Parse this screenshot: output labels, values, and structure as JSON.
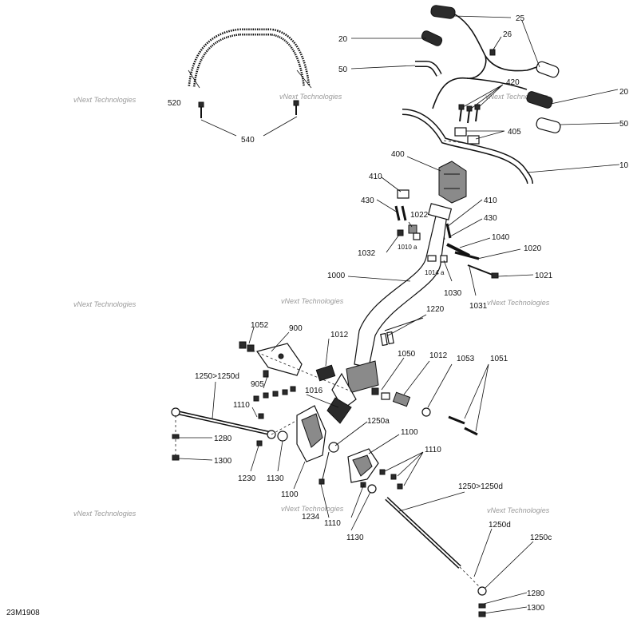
{
  "diagram_code": "23M1908",
  "watermark_text": "vNext Technologies",
  "part_labels": {
    "p25": "25",
    "p26": "26",
    "p20a": "20",
    "p20b": "20",
    "p50a": "50",
    "p50b": "50",
    "p10": "10",
    "p420": "420",
    "p405": "405",
    "p400": "400",
    "p410a": "410",
    "p410b": "410",
    "p430a": "430",
    "p430b": "430",
    "p520": "520",
    "p540": "540",
    "p1022": "1022",
    "p1010a": "1010 a",
    "p1032": "1032",
    "p1040": "1040",
    "p1020": "1020",
    "p1014a": "1014 a",
    "p1021": "1021",
    "p1030": "1030",
    "p1031": "1031",
    "p1000": "1000",
    "p1220": "1220",
    "p1052": "1052",
    "p900": "900",
    "p1012a": "1012",
    "p1012b": "1012",
    "p1050": "1050",
    "p1053": "1053",
    "p1051": "1051",
    "p1250_1250d_a": "1250>1250d",
    "p905": "905",
    "p1016": "1016",
    "p1110a": "1110",
    "p1250a": "1250a",
    "p1100a": "1100",
    "p1110b": "1110",
    "p1280a": "1280",
    "p1300a": "1300",
    "p1230": "1230",
    "p1130a": "1130",
    "p1100b": "1100",
    "p1234": "1234",
    "p1110c": "1110",
    "p1130b": "1130",
    "p1250_1250d_b": "1250>1250d",
    "p1250d": "1250d",
    "p1250c": "1250c",
    "p1280b": "1280",
    "p1300b": "1300"
  }
}
